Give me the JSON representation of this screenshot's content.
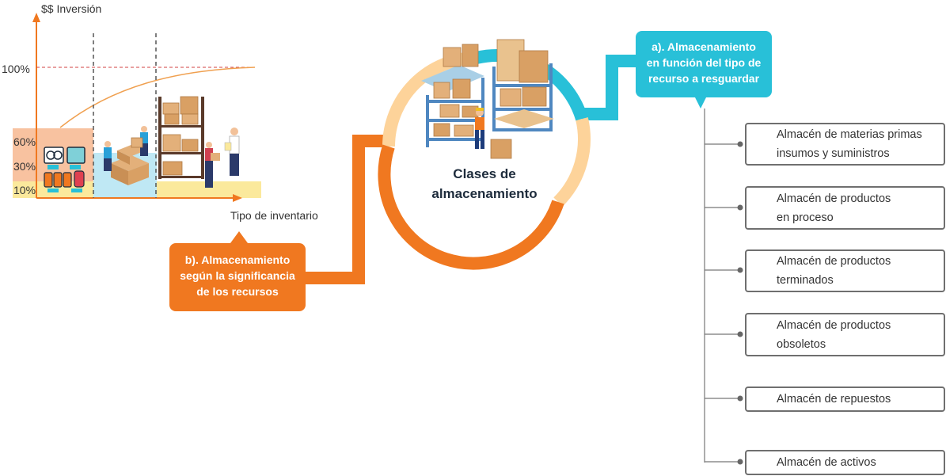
{
  "chart": {
    "ylabel": "$$ Inversión",
    "xlabel": "Tipo de inventario",
    "hundred": "100%",
    "pct_60": "60%",
    "pct_30": "30%",
    "pct_10": "10%"
  },
  "center": {
    "title_line1": "Clases de",
    "title_line2": "almacenamiento"
  },
  "callout_a": {
    "line1": "a). Almacenamiento",
    "line2": "en función del tipo de",
    "line3": "recurso a resguardar"
  },
  "callout_b": {
    "line1": "b). Almacenamiento",
    "line2": "según la significancia",
    "line3": "de los recursos"
  },
  "items": [
    {
      "line1": "Almacén de materias primas",
      "line2": "insumos y suministros"
    },
    {
      "line1": "Almacén de productos",
      "line2": "en proceso"
    },
    {
      "line1": "Almacén de productos",
      "line2": "terminados"
    },
    {
      "line1": "Almacén de productos",
      "line2": "obsoletos"
    },
    {
      "line1": "Almacén de repuestos",
      "line2": ""
    },
    {
      "line1": "Almacén de activos",
      "line2": ""
    }
  ],
  "colors": {
    "orange": "#f07820",
    "cyan": "#28c0d8",
    "peach": "#fdd39a",
    "navy": "#1e2c3c"
  }
}
